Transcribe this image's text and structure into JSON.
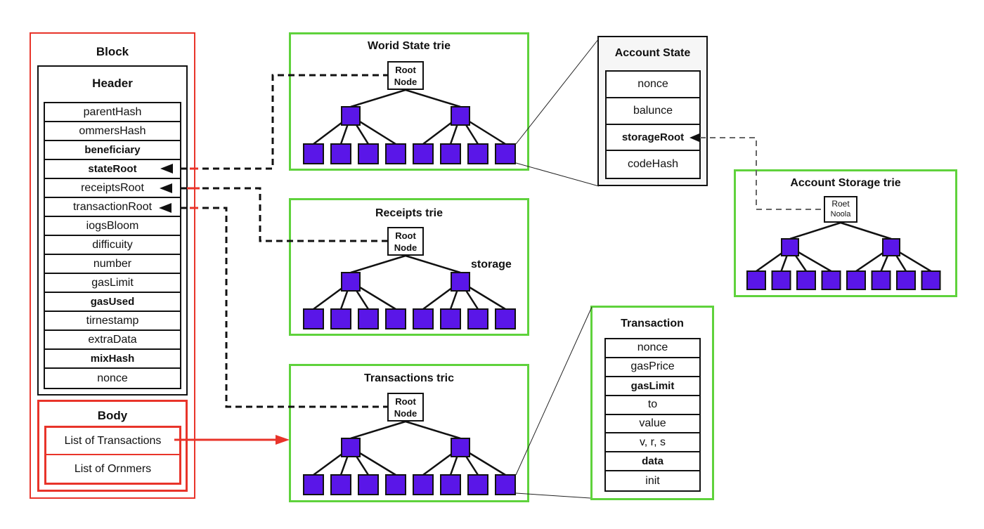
{
  "colors": {
    "block_border": "#e8342a",
    "trie_border": "#5fd23c",
    "node_fill": "#5a16e8",
    "header_border": "#111111"
  },
  "block": {
    "title": "Block",
    "header": {
      "title": "Header",
      "fields": [
        {
          "label": "parentHash",
          "bold": false
        },
        {
          "label": "ommersHash",
          "bold": false
        },
        {
          "label": "beneficiary",
          "bold": true
        },
        {
          "label": "stateRoot",
          "bold": true
        },
        {
          "label": "receiptsRoot",
          "bold": false
        },
        {
          "label": "transactionRoot",
          "bold": false
        },
        {
          "label": "iogsBloom",
          "bold": false
        },
        {
          "label": "difficuity",
          "bold": false
        },
        {
          "label": "number",
          "bold": false
        },
        {
          "label": "gasLimit",
          "bold": false
        },
        {
          "label": "gasUsed",
          "bold": true
        },
        {
          "label": "tirnestamp",
          "bold": false
        },
        {
          "label": "extraData",
          "bold": false
        },
        {
          "label": "mixHash",
          "bold": true
        },
        {
          "label": "nonce",
          "bold": false
        }
      ]
    },
    "body": {
      "title": "Body",
      "items": [
        "List of Transactions",
        "List of Ornmers"
      ]
    }
  },
  "tries": {
    "world_state": {
      "title": "Worid State trie",
      "root_line1": "Root",
      "root_line2": "Node"
    },
    "receipts": {
      "title": "Receipts trie",
      "root_line1": "Root",
      "root_line2": "Node",
      "annotation": "storage"
    },
    "transactions": {
      "title": "Transactions tric",
      "root_line1": "Root",
      "root_line2": "Node"
    },
    "account_storage": {
      "title": "Account Storage trie",
      "root_line1": "Roet",
      "root_line2": "Noola"
    }
  },
  "account_state": {
    "title": "Account State",
    "fields": [
      {
        "label": "nonce",
        "bold": false
      },
      {
        "label": "balunce",
        "bold": false
      },
      {
        "label": "storageRoot",
        "bold": true
      },
      {
        "label": "codeHash",
        "bold": false
      }
    ]
  },
  "transaction": {
    "title": "Transaction",
    "fields": [
      {
        "label": "nonce",
        "bold": false
      },
      {
        "label": "gasPrice",
        "bold": false
      },
      {
        "label": "gasLimit",
        "bold": true
      },
      {
        "label": "to",
        "bold": false
      },
      {
        "label": "value",
        "bold": false
      },
      {
        "label": "v, r, s",
        "bold": false
      },
      {
        "label": "data",
        "bold": true
      },
      {
        "label": "init",
        "bold": false
      }
    ]
  }
}
